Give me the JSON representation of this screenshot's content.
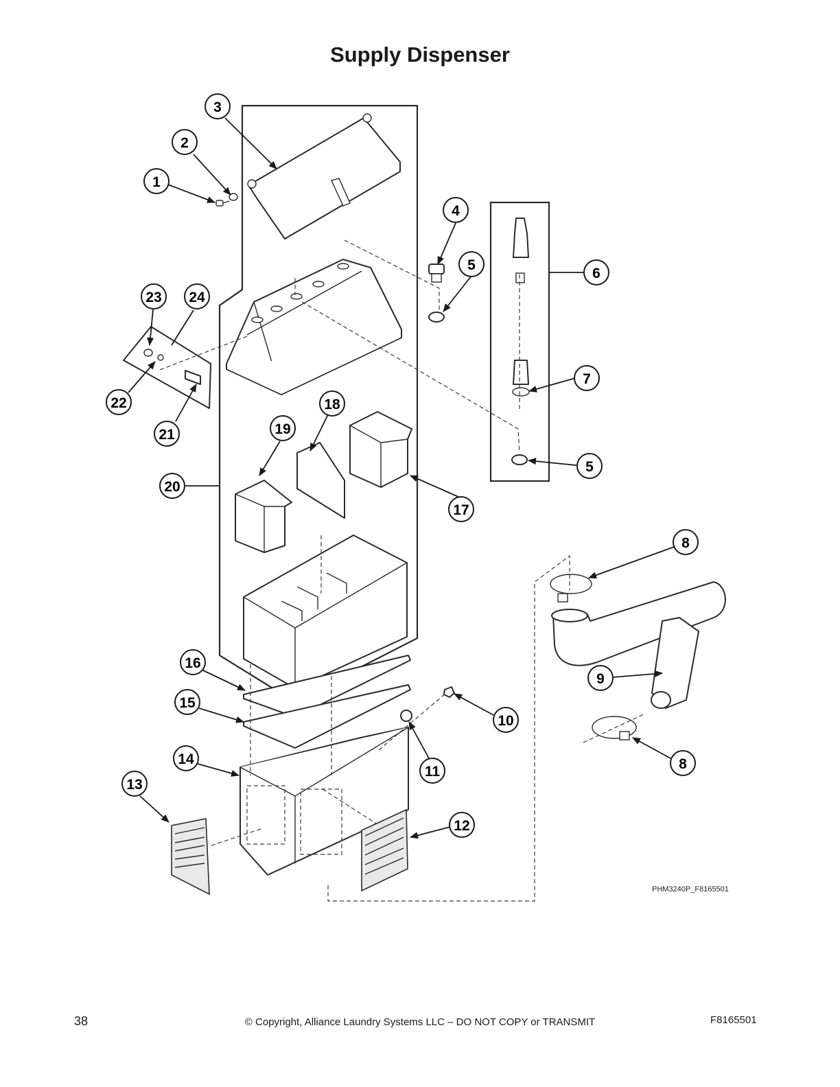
{
  "title": "Supply Dispenser",
  "diagram": {
    "figure_code": "PHM3240P_F8165501",
    "callouts": [
      "1",
      "2",
      "3",
      "4",
      "5",
      "5",
      "6",
      "7",
      "8",
      "8",
      "9",
      "10",
      "11",
      "12",
      "13",
      "14",
      "15",
      "16",
      "17",
      "18",
      "19",
      "20",
      "21",
      "22",
      "23",
      "24"
    ]
  },
  "footer": {
    "page_number": "38",
    "copyright": "© Copyright, Alliance Laundry Systems LLC – DO NOT COPY or TRANSMIT",
    "doc_code": "F8165501"
  }
}
